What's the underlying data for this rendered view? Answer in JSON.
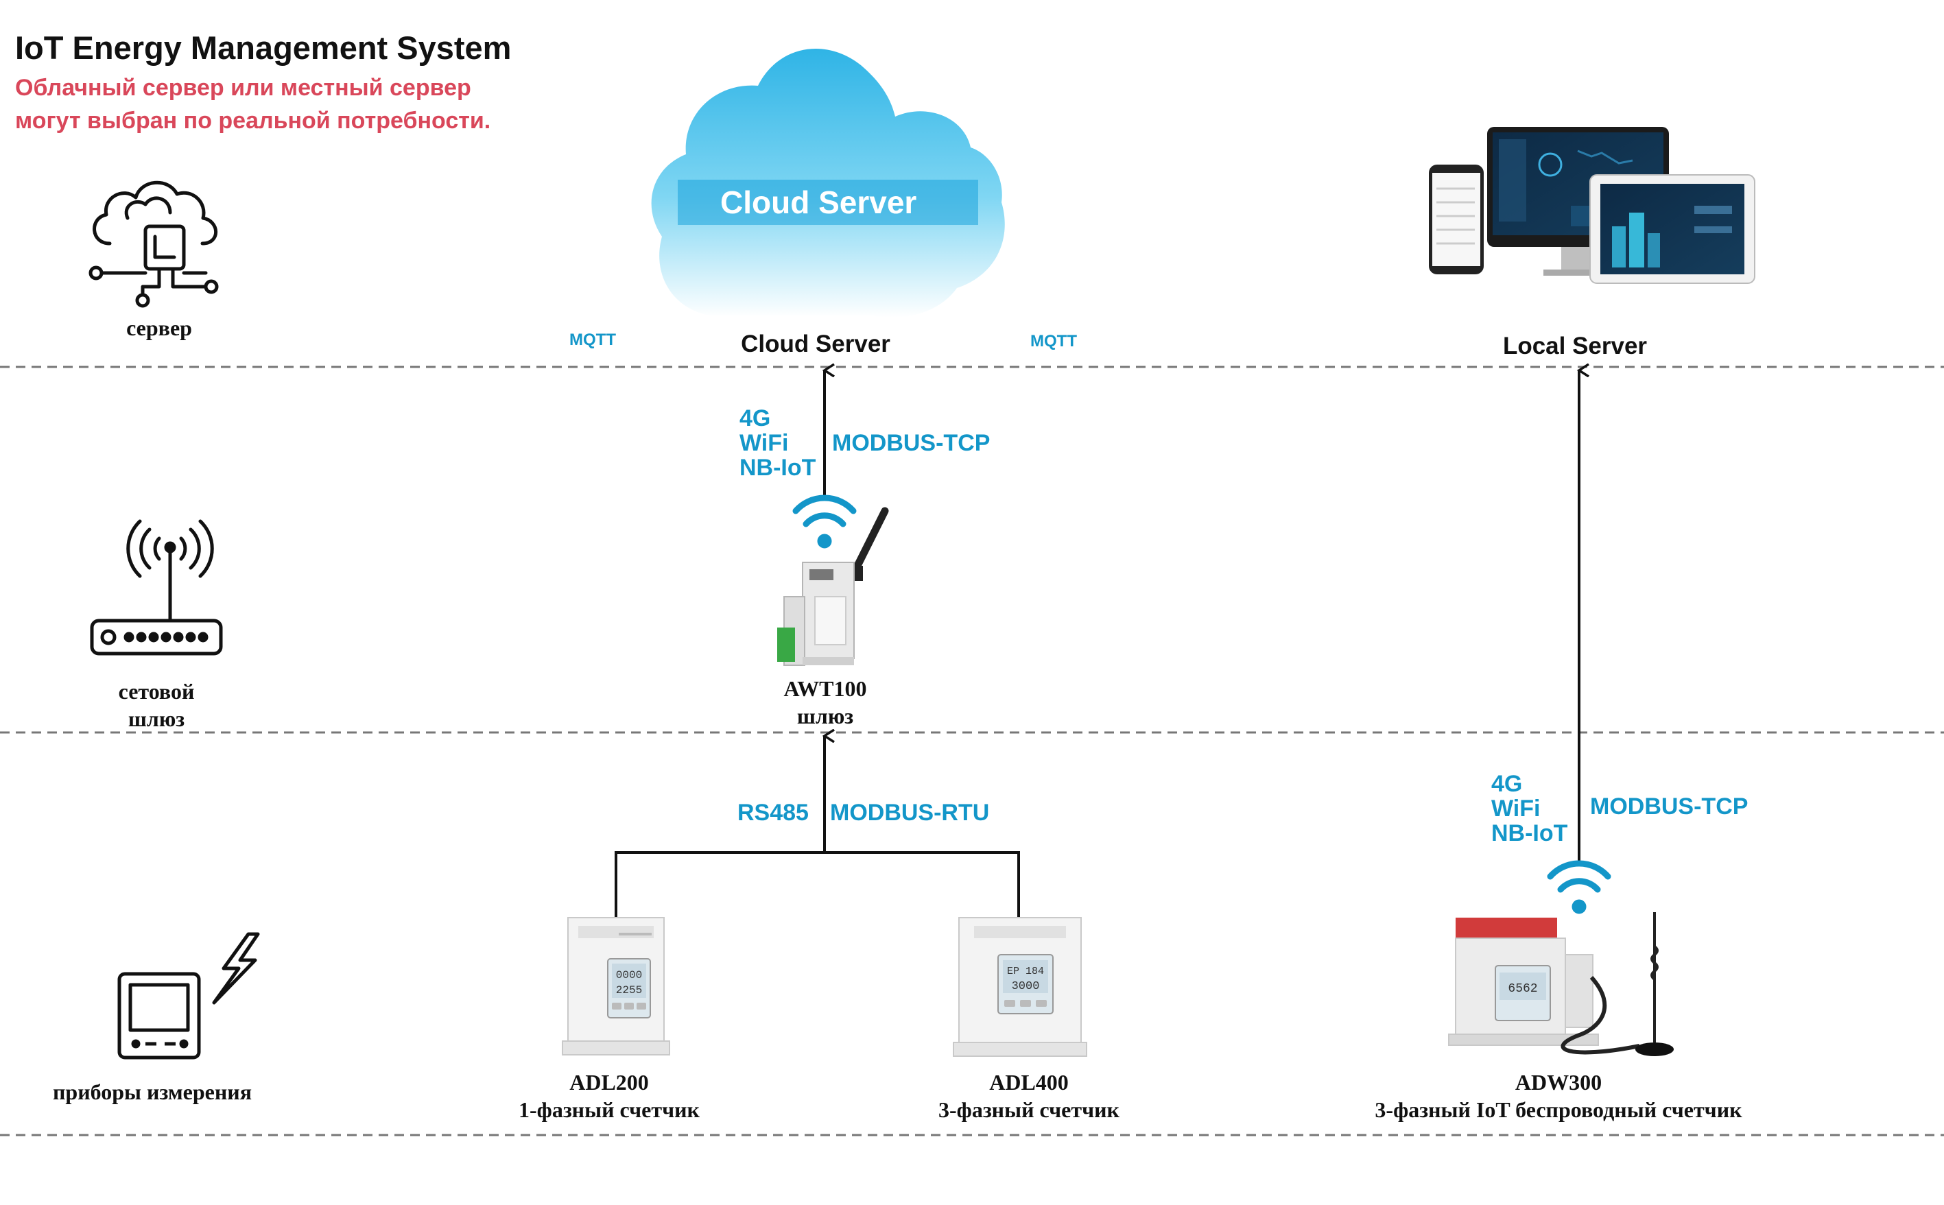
{
  "title": "IoT Energy Management System",
  "subtitle": [
    "Облачный сервер или местный сервер",
    "могут выбран по реальной потребности."
  ],
  "tiers": {
    "server": "сервер",
    "gateway": [
      "сетовой",
      "шлюз"
    ],
    "meters": "приборы измерения"
  },
  "cloud": {
    "banner": "Cloud Server",
    "label": "Cloud Server",
    "mqtt_left": "MQTT",
    "mqtt_right": "MQTT"
  },
  "local_server": {
    "label": "Local Server"
  },
  "gateway_link": {
    "wireless": [
      "4G",
      "WiFi",
      "NB-IoT"
    ],
    "protocol": "MODBUS-TCP"
  },
  "gateway_device": {
    "model": "AWT100",
    "type": "шлюз"
  },
  "meter_link": {
    "bus": "RS485",
    "protocol": "MODBUS-RTU"
  },
  "adw_link": {
    "wireless": [
      "4G",
      "WiFi",
      "NB-IoT"
    ],
    "protocol": "MODBUS-TCP"
  },
  "meters": [
    {
      "model": "ADL200",
      "type": "1-фазный счетчик",
      "display": [
        "0000",
        "2255"
      ]
    },
    {
      "model": "ADL400",
      "type": "3-фазный счетчик",
      "display": [
        "EP  184",
        "3000"
      ]
    },
    {
      "model": "ADW300",
      "type": "3-фазный IoT беспроводный счетчик",
      "display": [
        "6562"
      ]
    }
  ],
  "colors": {
    "accent": "#1396c9",
    "subtitle": "#d9475a",
    "cloud": "#4fc3e8"
  },
  "icons": [
    "cloud-server-icon",
    "router-icon",
    "meter-lightning-icon",
    "wifi-icon"
  ]
}
